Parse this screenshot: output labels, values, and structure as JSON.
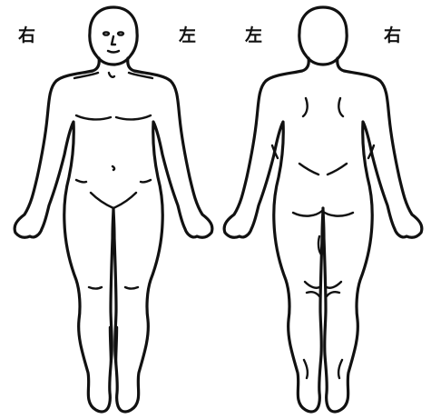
{
  "labels": {
    "front_right": "右",
    "front_left": "左",
    "back_left": "左",
    "back_right": "右"
  },
  "colors": {
    "line": "#111111",
    "background": "#ffffff"
  }
}
